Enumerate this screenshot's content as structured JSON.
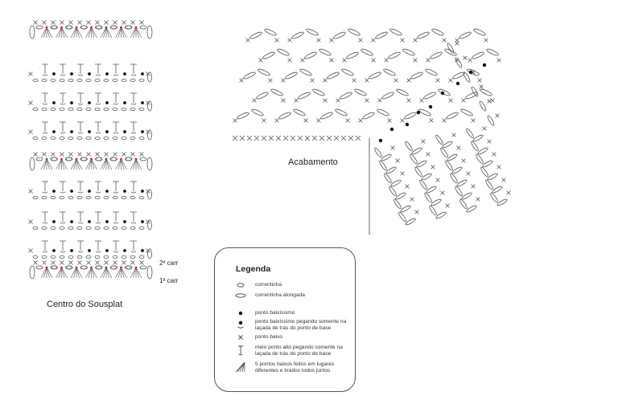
{
  "labels": {
    "center_title": "Centro do Sousplat",
    "finish_title": "Acabamento",
    "row_2": "2ª carr",
    "row_1": "1ª carr"
  },
  "legend": {
    "title": "Legenda",
    "items": [
      {
        "icon": "chain-stitch-icon",
        "text": "correntinha"
      },
      {
        "icon": "elongated-chain-icon",
        "text": "correntinha alongada"
      },
      {
        "icon": "slip-stitch-icon",
        "text": "ponto baixíssimo"
      },
      {
        "icon": "slip-stitch-back-loop-icon",
        "text": "ponto baixíssimo pegando somente na laçada de trás do ponto de base"
      },
      {
        "icon": "single-crochet-icon",
        "text": "ponto baixo"
      },
      {
        "icon": "half-double-back-loop-icon",
        "text": "meio ponto alto pegando somente na laçada de trás do ponto de base"
      },
      {
        "icon": "sc5tog-icon",
        "text": "5 pontos baixos feitos em lugares diferentes e tirados todos juntos"
      }
    ]
  },
  "colors": {
    "line": "#555555",
    "dot": "#111111",
    "accent_red": "#dd2222"
  }
}
